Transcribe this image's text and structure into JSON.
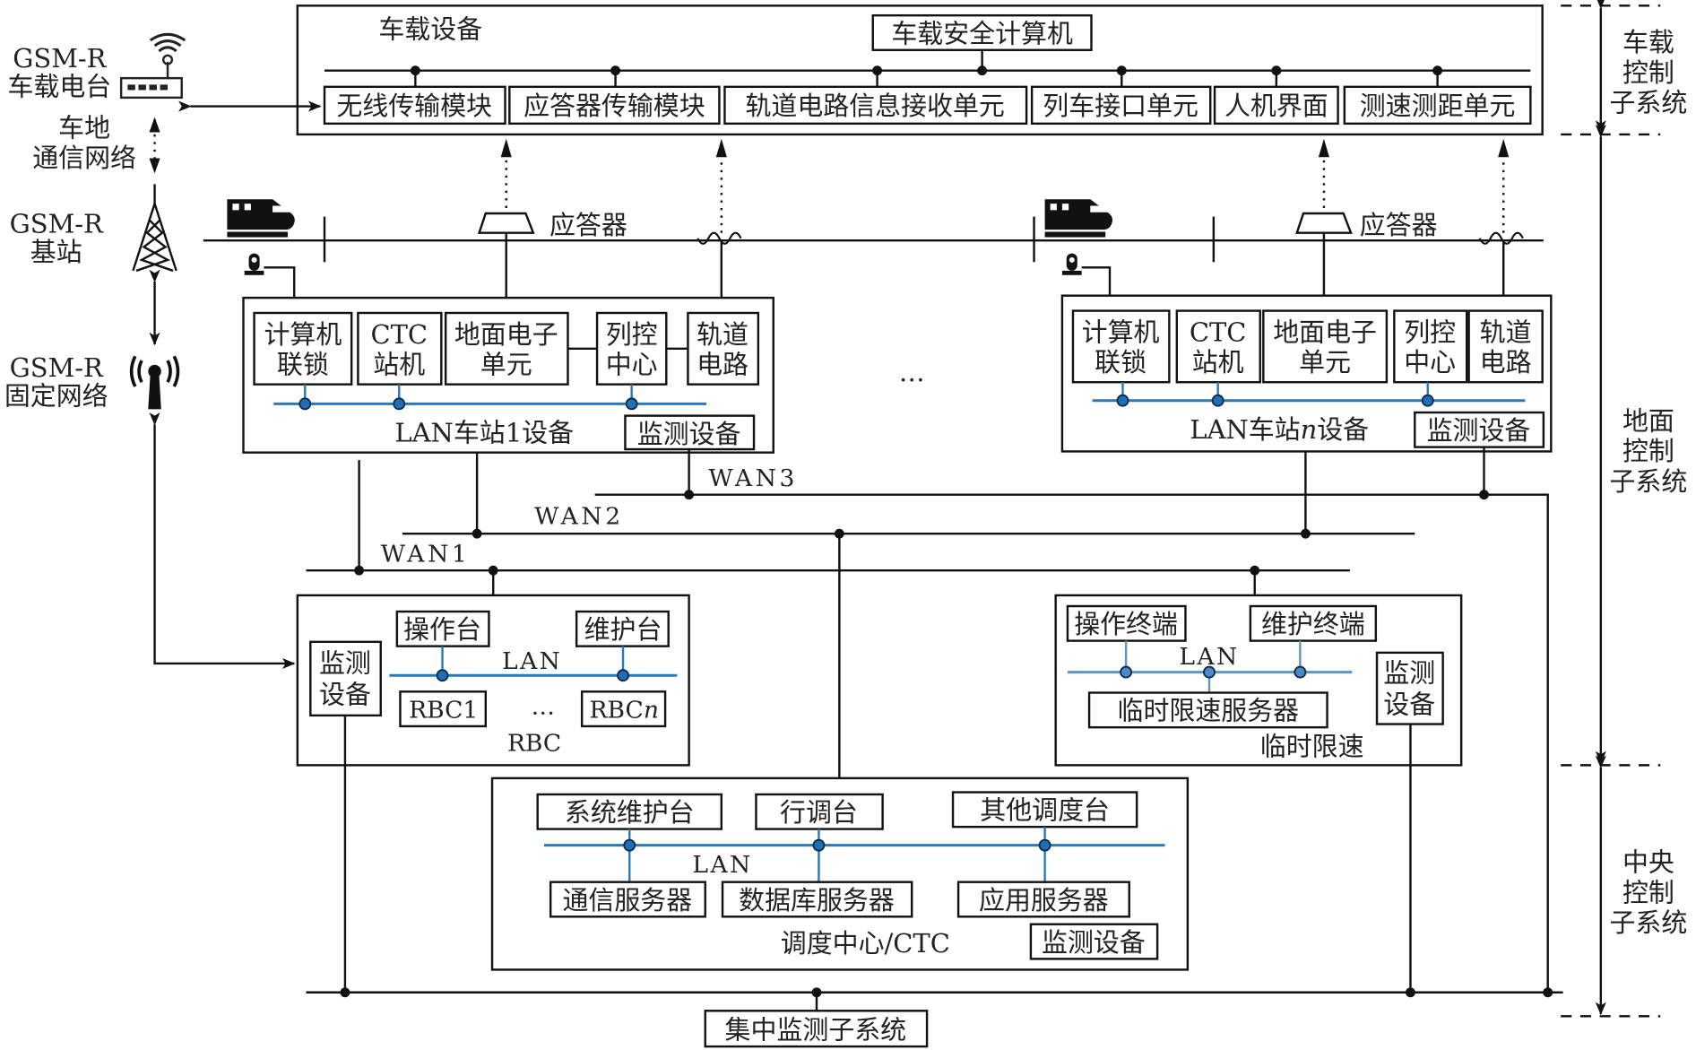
{
  "onboard": {
    "title": "车载设备",
    "computer": "车载安全计算机",
    "modules": [
      "无线传输模块",
      "应答器传输模块",
      "轨道电路信息接收单元",
      "列车接口单元",
      "人机界面",
      "测速测距单元"
    ]
  },
  "left": {
    "radio": [
      "GSM-R",
      "车载电台"
    ],
    "network": [
      "车地",
      "通信网络"
    ],
    "base": [
      "GSM-R",
      "基站"
    ],
    "fixed": [
      "GSM-R",
      "固定网络"
    ]
  },
  "track": {
    "balise_label": "应答器",
    "ellipsis": "…"
  },
  "station1": {
    "units": [
      [
        "计算机",
        "联锁"
      ],
      [
        "CTC",
        "站机"
      ],
      [
        "地面电子",
        "单元"
      ],
      [
        "列控",
        "中心"
      ],
      [
        "轨道",
        "电路"
      ]
    ],
    "label": "LAN车站1设备",
    "monitor": "监测设备"
  },
  "stationN": {
    "units": [
      [
        "计算机",
        "联锁"
      ],
      [
        "CTC",
        "站机"
      ],
      [
        "地面电子",
        "单元"
      ],
      [
        "列控",
        "中心"
      ],
      [
        "轨道",
        "电路"
      ]
    ],
    "label_prefix": "LAN车站",
    "label_n": "n",
    "label_suffix": "设备",
    "monitor": "监测设备"
  },
  "wan": [
    "WAN1",
    "WAN2",
    "WAN3"
  ],
  "rbc": {
    "monitor": [
      "监测",
      "设备"
    ],
    "console": "操作台",
    "maint": "维护台",
    "lan": "LAN",
    "rbc1": "RBC1",
    "rbcn_prefix": "RBC",
    "rbcn_n": "n",
    "dots": "…",
    "label": "RBC"
  },
  "tsr": {
    "op": "操作终端",
    "maint": "维护终端",
    "lan": "LAN",
    "server": "临时限速服务器",
    "monitor": [
      "监测",
      "设备"
    ],
    "label": "临时限速"
  },
  "ctc": {
    "top": [
      "系统维护台",
      "行调台",
      "其他调度台"
    ],
    "bottom": [
      "通信服务器",
      "数据库服务器",
      "应用服务器"
    ],
    "lan": "LAN",
    "label": "调度中心/CTC",
    "monitor": "监测设备"
  },
  "central_monitor": "集中监测子系统",
  "subsystems": {
    "onboard": [
      "车载",
      "控制",
      "子系统"
    ],
    "ground": [
      "地面",
      "控制",
      "子系统"
    ],
    "central": [
      "中央",
      "控制",
      "子系统"
    ]
  }
}
